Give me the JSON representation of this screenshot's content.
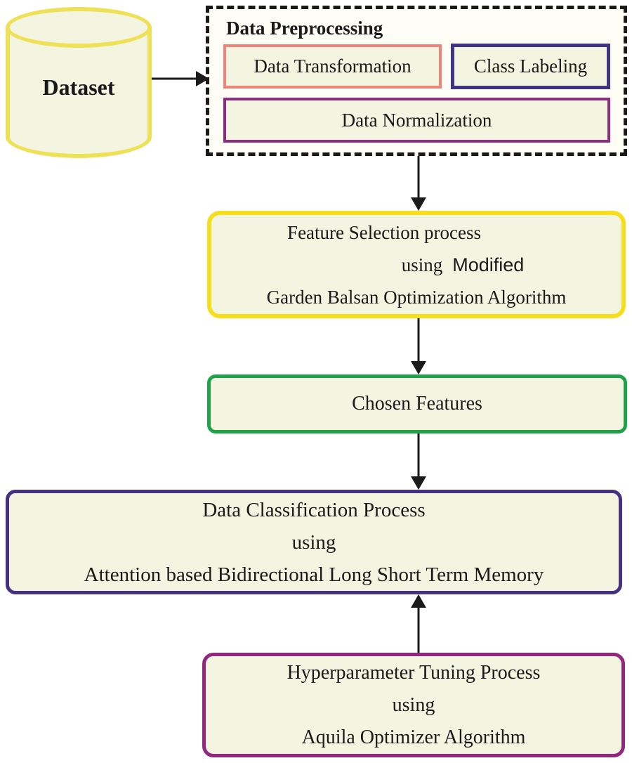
{
  "flow": {
    "dataset": {
      "label": "Dataset"
    },
    "preprocessing": {
      "title": "Data Preprocessing",
      "transformation": "Data Transformation",
      "class_labeling": "Class Labeling",
      "normalization": "Data Normalization"
    },
    "feature_selection": {
      "line1": "Feature Selection process",
      "line2_word1": "using",
      "line2_word2": "Modified",
      "line3": "Garden Balsan Optimization Algorithm"
    },
    "chosen_features": {
      "label": "Chosen Features"
    },
    "classification": {
      "line1": "Data Classification Process",
      "line2": "using",
      "line3": "Attention based Bidirectional Long Short Term Memory"
    },
    "tuning": {
      "line1": "Hyperparameter Tuning Process",
      "line2": "using",
      "line3": "Aquila Optimizer Algorithm"
    },
    "colors": {
      "box_fill": "#f4f5e1",
      "cylinder_border": "#eee157",
      "transformation_border": "#ef8478",
      "class_labeling_border": "#3e3684",
      "normalization_border": "#8e2c80",
      "feature_selection_border": "#f6de1d",
      "chosen_features_border": "#1fa24a",
      "classification_border": "#463183",
      "tuning_border": "#92277f",
      "arrow_color": "#1a1a1a",
      "dashed_border": "#1a1a1a"
    }
  }
}
